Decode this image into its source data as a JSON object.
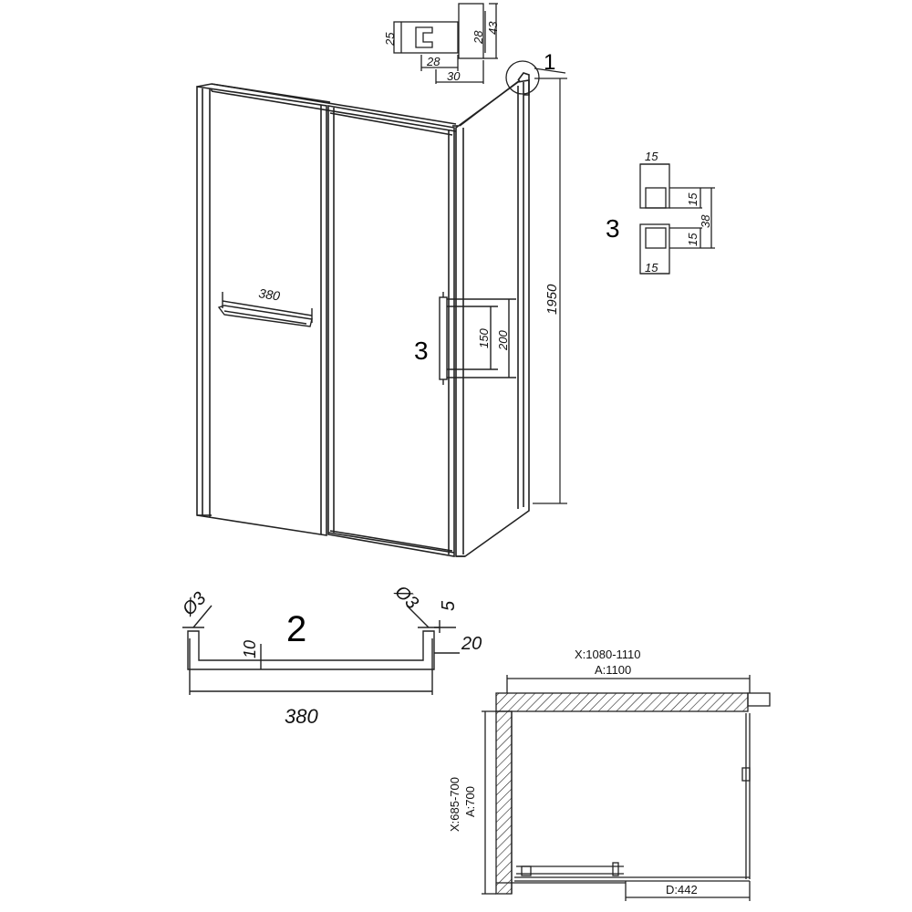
{
  "profile_detail": {
    "dim_height_outer": "43",
    "dim_height_inner": "28",
    "dim_left": "25",
    "dim_bottom_inner": "28",
    "dim_bottom_outer": "30",
    "callout": "1"
  },
  "main_view": {
    "height": "1950",
    "towel_bar_length": "380",
    "handle_label": "3",
    "handle_inner": "150",
    "handle_outer": "200"
  },
  "handle_section": {
    "label": "3",
    "top_width": "15",
    "upper_depth": "15",
    "total_height": "38",
    "lower_depth": "15",
    "bottom_width": "15"
  },
  "towel_bar_detail": {
    "label": "2",
    "hole_left": "Ø3",
    "hole_right": "Ø3",
    "bracket_height": "5",
    "bracket_depth": "20",
    "bar_depth": "10",
    "length": "380"
  },
  "plan_view": {
    "width_range": "X:1080-1110",
    "width_nominal": "A:1100",
    "depth_range": "X:685-700",
    "depth_nominal": "A:700",
    "door_opening": "D:442"
  }
}
